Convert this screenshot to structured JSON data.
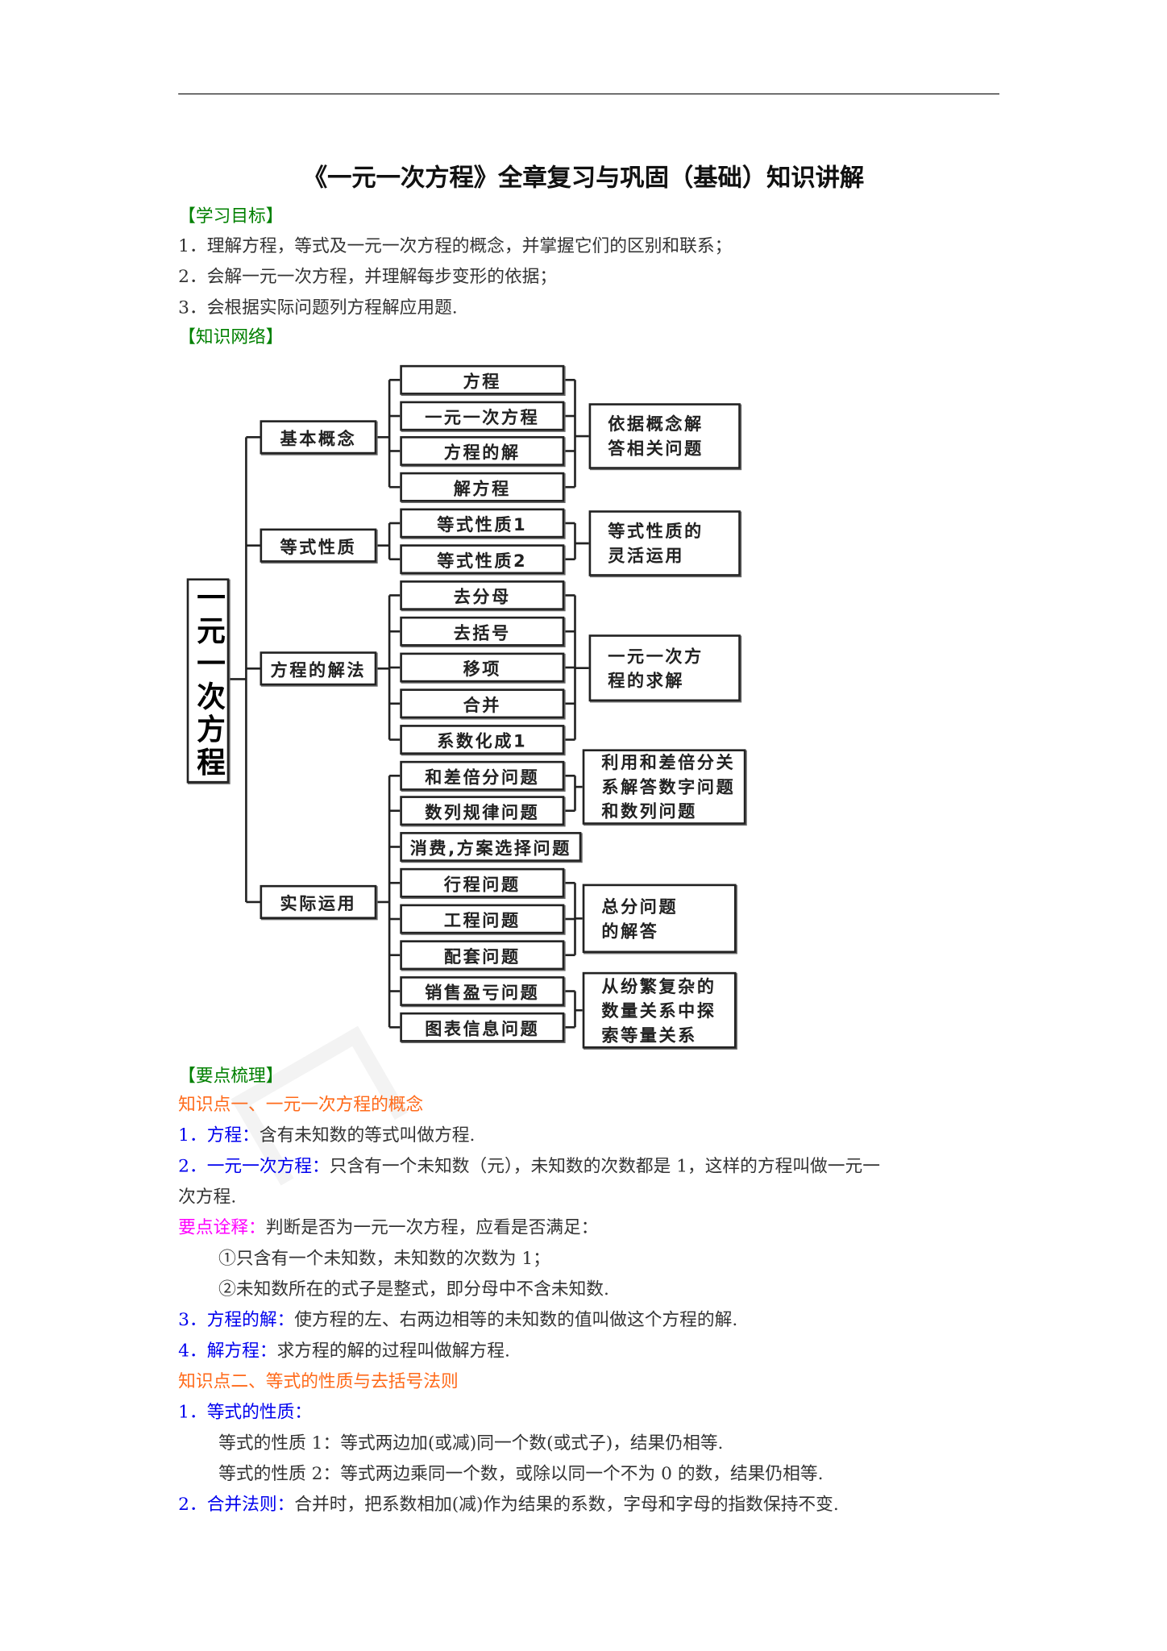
{
  "title": "《一元一次方程》全章复习与巩固（基础）知识讲解",
  "sections": {
    "goals_heading": "【学习目标】",
    "goals": [
      "1．理解方程，等式及一元一次方程的概念，并掌握它们的区别和联系；",
      "2．会解一元一次方程，并理解每步变形的依据；",
      "3．会根据实际问题列方程解应用题."
    ],
    "network_heading": "【知识网络】",
    "points_heading": "【要点梳理】"
  },
  "diagram": {
    "root": "一元一次方程",
    "level1": [
      "基本概念",
      "等式性质",
      "方程的解法",
      "实际运用"
    ],
    "level2": [
      "方程",
      "一元一次方程",
      "方程的解",
      "解方程",
      "等式性质1",
      "等式性质2",
      "去分母",
      "去括号",
      "移项",
      "合并",
      "系数化成1",
      "和差倍分问题",
      "数列规律问题",
      "消费,方案选择问题",
      "行程问题",
      "工程问题",
      "配套问题",
      "销售盈亏问题",
      "图表信息问题"
    ],
    "summaries": [
      "依据概念解\n答相关问题",
      "等式性质的\n灵活运用",
      "一元一次方\n程的求解",
      "利用和差倍分关\n系解答数字问题\n和数列问题",
      "总分问题\n的解答",
      "从纷繁复杂的\n数量关系中探\n索等量关系"
    ]
  },
  "kp1": {
    "heading": "知识点一、一元一次方程的概念",
    "items": [
      {
        "term": "1．方程：",
        "text": "含有未知数的等式叫做方程."
      },
      {
        "term": "2．一元一次方程：",
        "text": "只含有一个未知数（元），未知数的次数都是 1，这样的方程叫做一元一",
        "cont": "次方程."
      },
      {
        "term": "要点诠释：",
        "text": "判断是否为一元一次方程，应看是否满足："
      },
      {
        "text": "①只含有一个未知数，未知数的次数为 1；"
      },
      {
        "text": "②未知数所在的式子是整式，即分母中不含未知数."
      },
      {
        "term": "3．方程的解：",
        "text": "使方程的左、右两边相等的未知数的值叫做这个方程的解."
      },
      {
        "term": "4．解方程：",
        "text": "求方程的解的过程叫做解方程."
      }
    ]
  },
  "kp2": {
    "heading": "知识点二、等式的性质与去括号法则",
    "items": [
      {
        "term": "1．等式的性质："
      },
      {
        "text": "等式的性质 1：等式两边加(或减)同一个数(或式子)，结果仍相等."
      },
      {
        "text": "等式的性质 2：等式两边乘同一个数，或除以同一个不为 0 的数，结果仍相等."
      },
      {
        "term": "2．合并法则：",
        "text": "合并时，把系数相加(减)作为结果的系数，字母和字母的指数保持不变."
      }
    ]
  }
}
